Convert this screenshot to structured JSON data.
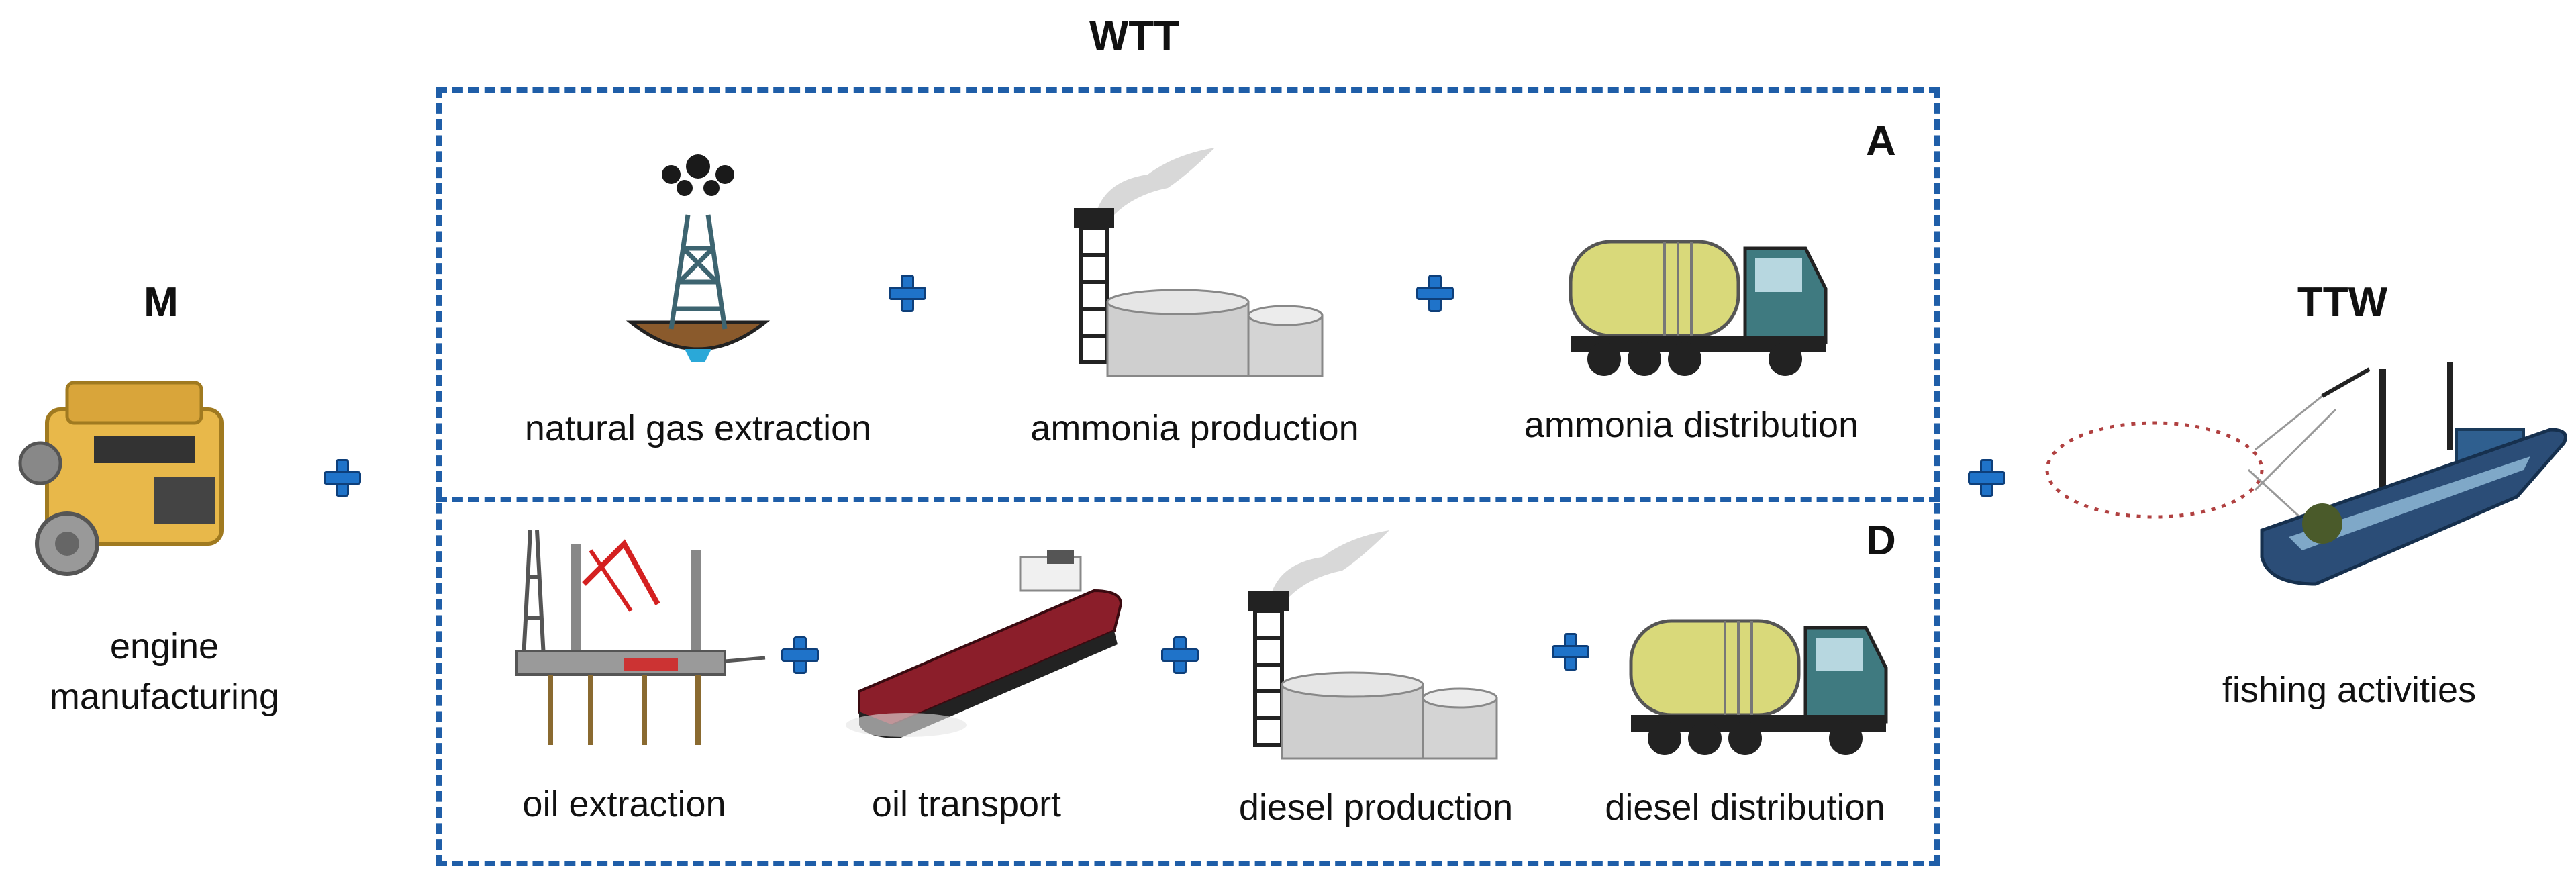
{
  "diagram": {
    "wtt_title": "WTT",
    "m_title": "M",
    "ttw_title": "TTW",
    "box_a_letter": "A",
    "box_d_letter": "D",
    "engine_label_line1": "engine",
    "engine_label_line2": "manufacturing",
    "fishing_label": "fishing activities",
    "ammonia_path": [
      {
        "label": "natural gas extraction",
        "icon": "gas-well-icon"
      },
      {
        "label": "ammonia production",
        "icon": "factory-icon"
      },
      {
        "label": "ammonia distribution",
        "icon": "tanker-truck-icon"
      }
    ],
    "diesel_path": [
      {
        "label": "oil extraction",
        "icon": "oil-rig-icon"
      },
      {
        "label": "oil transport",
        "icon": "oil-tanker-ship-icon"
      },
      {
        "label": "diesel production",
        "icon": "factory-icon"
      },
      {
        "label": "diesel distribution",
        "icon": "tanker-truck-icon"
      }
    ],
    "colors": {
      "dashed_border": "#1f5ea8",
      "plus_sign": "#1f73c9",
      "truck_tank": "#d9d97a",
      "ship_hull": "#8b1e2a",
      "engine": "#e8b84a"
    }
  }
}
